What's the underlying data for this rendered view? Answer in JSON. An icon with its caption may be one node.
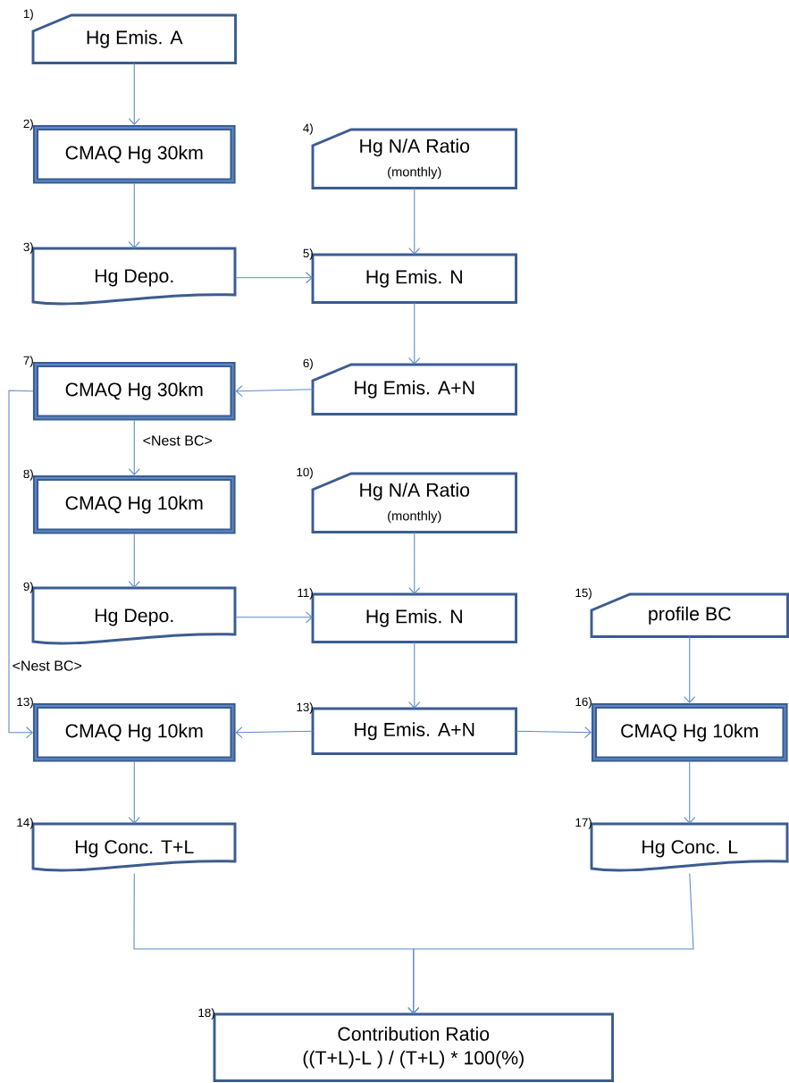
{
  "diagram": {
    "nodes": [
      {
        "text": [
          "Hg Emis. A"
        ],
        "beside": [
          "1)"
        ]
      },
      {
        "text": [
          "CMAQ Hg 30km"
        ],
        "beside": [
          "2)"
        ]
      },
      {
        "text": [
          "Hg N/A Ratio",
          "(monthly)"
        ],
        "beside": [
          "4)"
        ]
      },
      {
        "text": [
          "Hg Depo."
        ],
        "beside": [
          "3)"
        ]
      },
      {
        "text": [
          "Hg Emis. N"
        ],
        "beside": [
          "5)"
        ]
      },
      {
        "text": [
          "CMAQ Hg 30km"
        ],
        "beside": [
          "7)"
        ]
      },
      {
        "text": [
          "Hg Emis. A+N"
        ],
        "beside": [
          "6)"
        ]
      },
      {
        "text": [
          "CMAQ Hg 10km"
        ],
        "beside": [
          "8)"
        ]
      },
      {
        "text": [
          "Hg N/A Ratio",
          "(monthly)"
        ],
        "beside": [
          "10)"
        ]
      },
      {
        "text": [
          "Hg Depo."
        ],
        "beside": [
          "9)"
        ]
      },
      {
        "text": [
          "Hg Emis. N"
        ],
        "beside": [
          "11)"
        ]
      },
      {
        "text": [
          "profile BC"
        ],
        "beside": [
          "15)"
        ]
      },
      {
        "text": [
          "CMAQ Hg 10km"
        ],
        "beside": [
          "13)"
        ]
      },
      {
        "text": [
          "Hg Emis. A+N"
        ],
        "beside": [
          "13)"
        ]
      },
      {
        "text": [
          "CMAQ Hg 10km"
        ],
        "beside": [
          "16)"
        ]
      },
      {
        "text": [
          "Hg Conc. T+L"
        ],
        "beside": [
          "14)"
        ]
      },
      {
        "text": [
          "Hg Conc. L"
        ],
        "beside": [
          "17)"
        ]
      },
      {
        "text": [
          "Contribution Ratio",
          "((T+L)-L ) / (T+L) * 100(%)"
        ],
        "beside": [
          "18)"
        ]
      }
    ],
    "edges": [
      {
        "from": 0,
        "to": 1,
        "arrow": "to"
      },
      {
        "from": 1,
        "to": 3,
        "arrow": "to"
      },
      {
        "from": 2,
        "to": 4,
        "arrow": "to"
      },
      {
        "from": 3,
        "to": 4,
        "arrow": "to"
      },
      {
        "from": 4,
        "to": 6,
        "arrow": "to"
      },
      {
        "from": 6,
        "to": 5,
        "arrow": "to"
      },
      {
        "from": 5,
        "to": 7,
        "arrow": "to",
        "label": "<Nest BC>"
      },
      {
        "from": 5,
        "to": 12,
        "arrow": "to",
        "label": "<Nest BC>"
      },
      {
        "from": 7,
        "to": 9,
        "arrow": "to"
      },
      {
        "from": 8,
        "to": 10,
        "arrow": "to"
      },
      {
        "from": 9,
        "to": 10,
        "arrow": "to"
      },
      {
        "from": 10,
        "to": 13,
        "arrow": "to"
      },
      {
        "from": 13,
        "to": 12,
        "arrow": "to"
      },
      {
        "from": 13,
        "to": 14,
        "arrow": "to"
      },
      {
        "from": 11,
        "to": 14,
        "arrow": "to"
      },
      {
        "from": 12,
        "to": 15,
        "arrow": "to"
      },
      {
        "from": 14,
        "to": 16,
        "arrow": "to"
      },
      {
        "from": 15,
        "to": 17,
        "arrow": "to"
      },
      {
        "from": 16,
        "to": 17,
        "arrow": "to"
      }
    ]
  }
}
